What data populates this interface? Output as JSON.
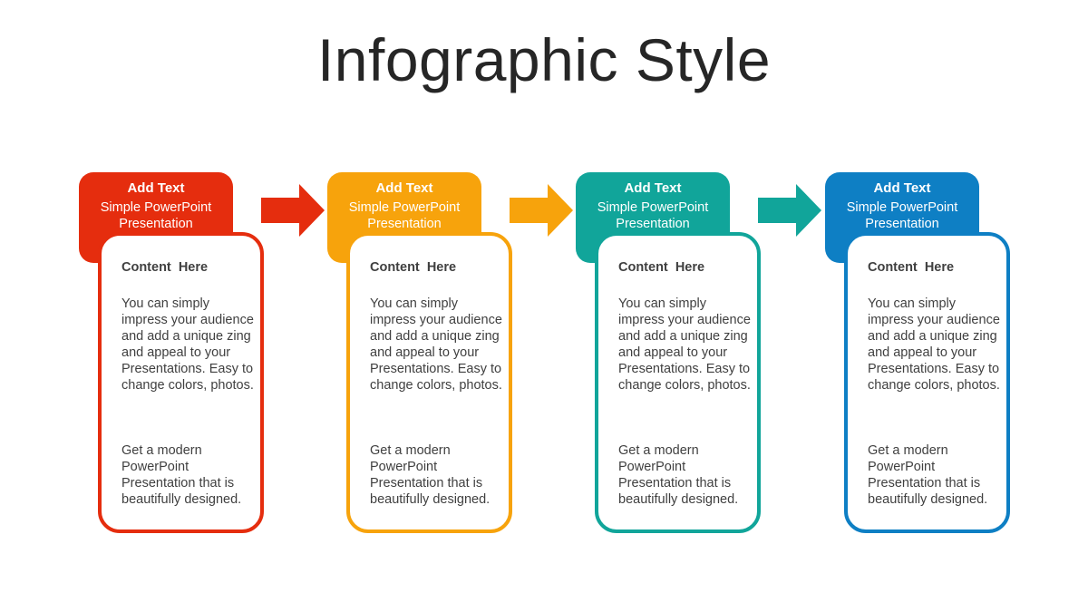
{
  "title": "Infographic Style",
  "steps": [
    {
      "color": "#E52D0E",
      "header_title": "Add Text",
      "header_subtitle": "Simple PowerPoint Presentation",
      "card_heading": "Content  Here",
      "card_paragraph_1": "You can simply impress your audience and add a unique zing and appeal to your Presentations. Easy to change colors, photos.",
      "card_paragraph_2": "Get a modern PowerPoint Presentation that is beautifully designed."
    },
    {
      "color": "#F7A30C",
      "header_title": "Add Text",
      "header_subtitle": "Simple PowerPoint Presentation",
      "card_heading": "Content  Here",
      "card_paragraph_1": "You can simply impress your audience and add a unique zing and appeal to your Presentations. Easy to change colors, photos.",
      "card_paragraph_2": "Get a modern PowerPoint Presentation that is beautifully designed."
    },
    {
      "color": "#11A59A",
      "header_title": "Add Text",
      "header_subtitle": "Simple PowerPoint Presentation",
      "card_heading": "Content  Here",
      "card_paragraph_1": "You can simply impress your audience and add a unique zing and appeal to your Presentations. Easy to change colors, photos.",
      "card_paragraph_2": "Get a modern PowerPoint Presentation that is beautifully designed."
    },
    {
      "color": "#0E7FC4",
      "header_title": "Add Text",
      "header_subtitle": "Simple PowerPoint Presentation",
      "card_heading": "Content  Here",
      "card_paragraph_1": "You can simply impress your audience and add a unique zing and appeal to your Presentations. Easy to change colors, photos.",
      "card_paragraph_2": "Get a modern PowerPoint Presentation that is beautifully designed."
    }
  ],
  "arrows": [
    {
      "icon": "arrow-right-icon",
      "color": "#E52D0E"
    },
    {
      "icon": "arrow-right-icon",
      "color": "#F7A30C"
    },
    {
      "icon": "arrow-right-icon",
      "color": "#11A59A"
    }
  ]
}
